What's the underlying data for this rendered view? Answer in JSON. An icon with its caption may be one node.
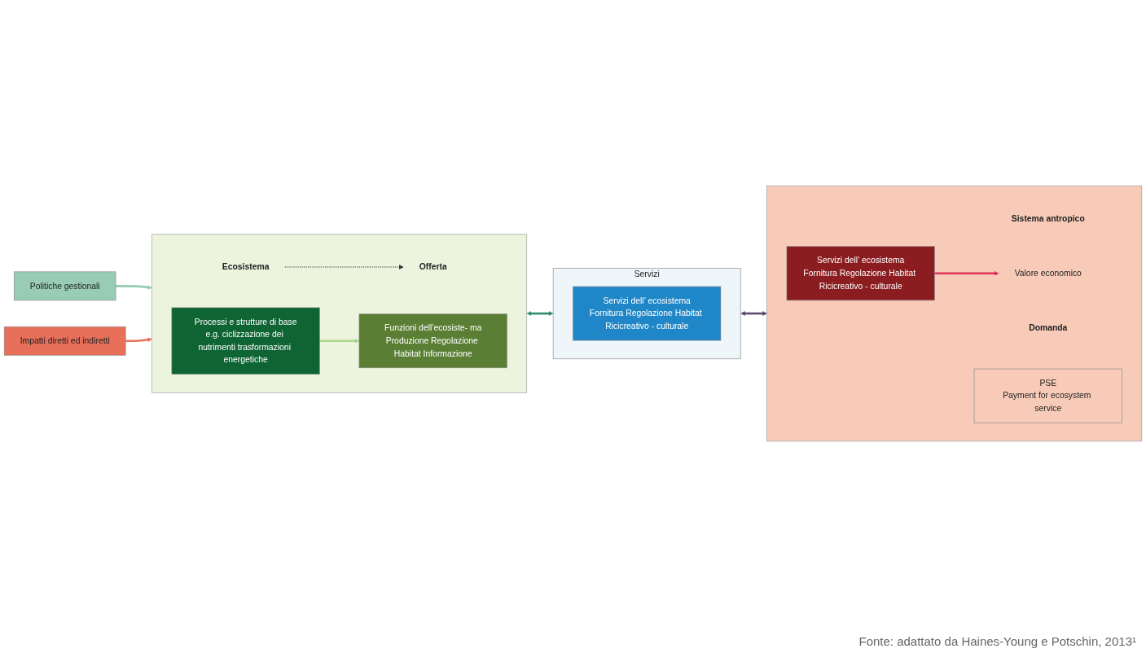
{
  "diagram": {
    "caption": "Fonte: adattato da Haines-Young e Potschin, 2013¹",
    "nodes": [
      {
        "text": [],
        "shape": "box"
      },
      {
        "text": [
          "Ecosistema"
        ],
        "in": 0
      },
      {
        "text": [
          "Offerta"
        ],
        "in": 0
      },
      {
        "text": [
          "Processi e strutture di base",
          "e.g. ciclizzazione dei nutrimenti trasformazioni energetiche"
        ],
        "in": 0
      },
      {
        "text": [
          "Funzioni dell’ecosiste- ma",
          "Produzione Regolazione Habitat Informazione"
        ],
        "in": 0
      },
      {
        "text": [
          "Servizi"
        ]
      },
      {
        "text": [
          "Servizi dell’ ecosistema",
          "Fornitura Regolazione Habitat Ricicreativo - culturale"
        ],
        "in": 5
      },
      {
        "text": [],
        "shape": "box"
      },
      {
        "text": [
          "Sistema antropico"
        ],
        "in": 7
      },
      {
        "text": [
          "Domanda"
        ],
        "in": 7
      },
      {
        "text": [
          "Servizi dell’ ecosistema",
          "Fornitura Regolazione Habitat Ricicreativo - culturale"
        ],
        "in": 7
      },
      {
        "text": [
          "Valore economico"
        ],
        "in": 7
      },
      {
        "text": [
          "PSE",
          "Payment for ecosystem service"
        ],
        "in": 7
      },
      {
        "text": [
          "Politiche gestionali"
        ]
      },
      {
        "text": [
          "Impatti diretti ed indiretti"
        ]
      }
    ],
    "edges": [
      {
        "from": 1,
        "to": 2,
        "arrow": "to",
        "style": "dashed"
      },
      {
        "from": 3,
        "to": 4,
        "arrow": "to",
        "color": "#a8d88a"
      },
      {
        "from": 0,
        "to": 5,
        "arrow": "both",
        "color": "#2e8b6e"
      },
      {
        "from": 5,
        "to": 7,
        "arrow": "both",
        "color": "#5a4a6e"
      },
      {
        "from": 10,
        "to": 11,
        "arrow": "to",
        "color": "#e0325a"
      },
      {
        "from": 13,
        "to": 0,
        "arrow": "to",
        "color": "#98ccb4"
      },
      {
        "from": 14,
        "to": 0,
        "arrow": "to",
        "color": "#e8705a"
      }
    ]
  }
}
